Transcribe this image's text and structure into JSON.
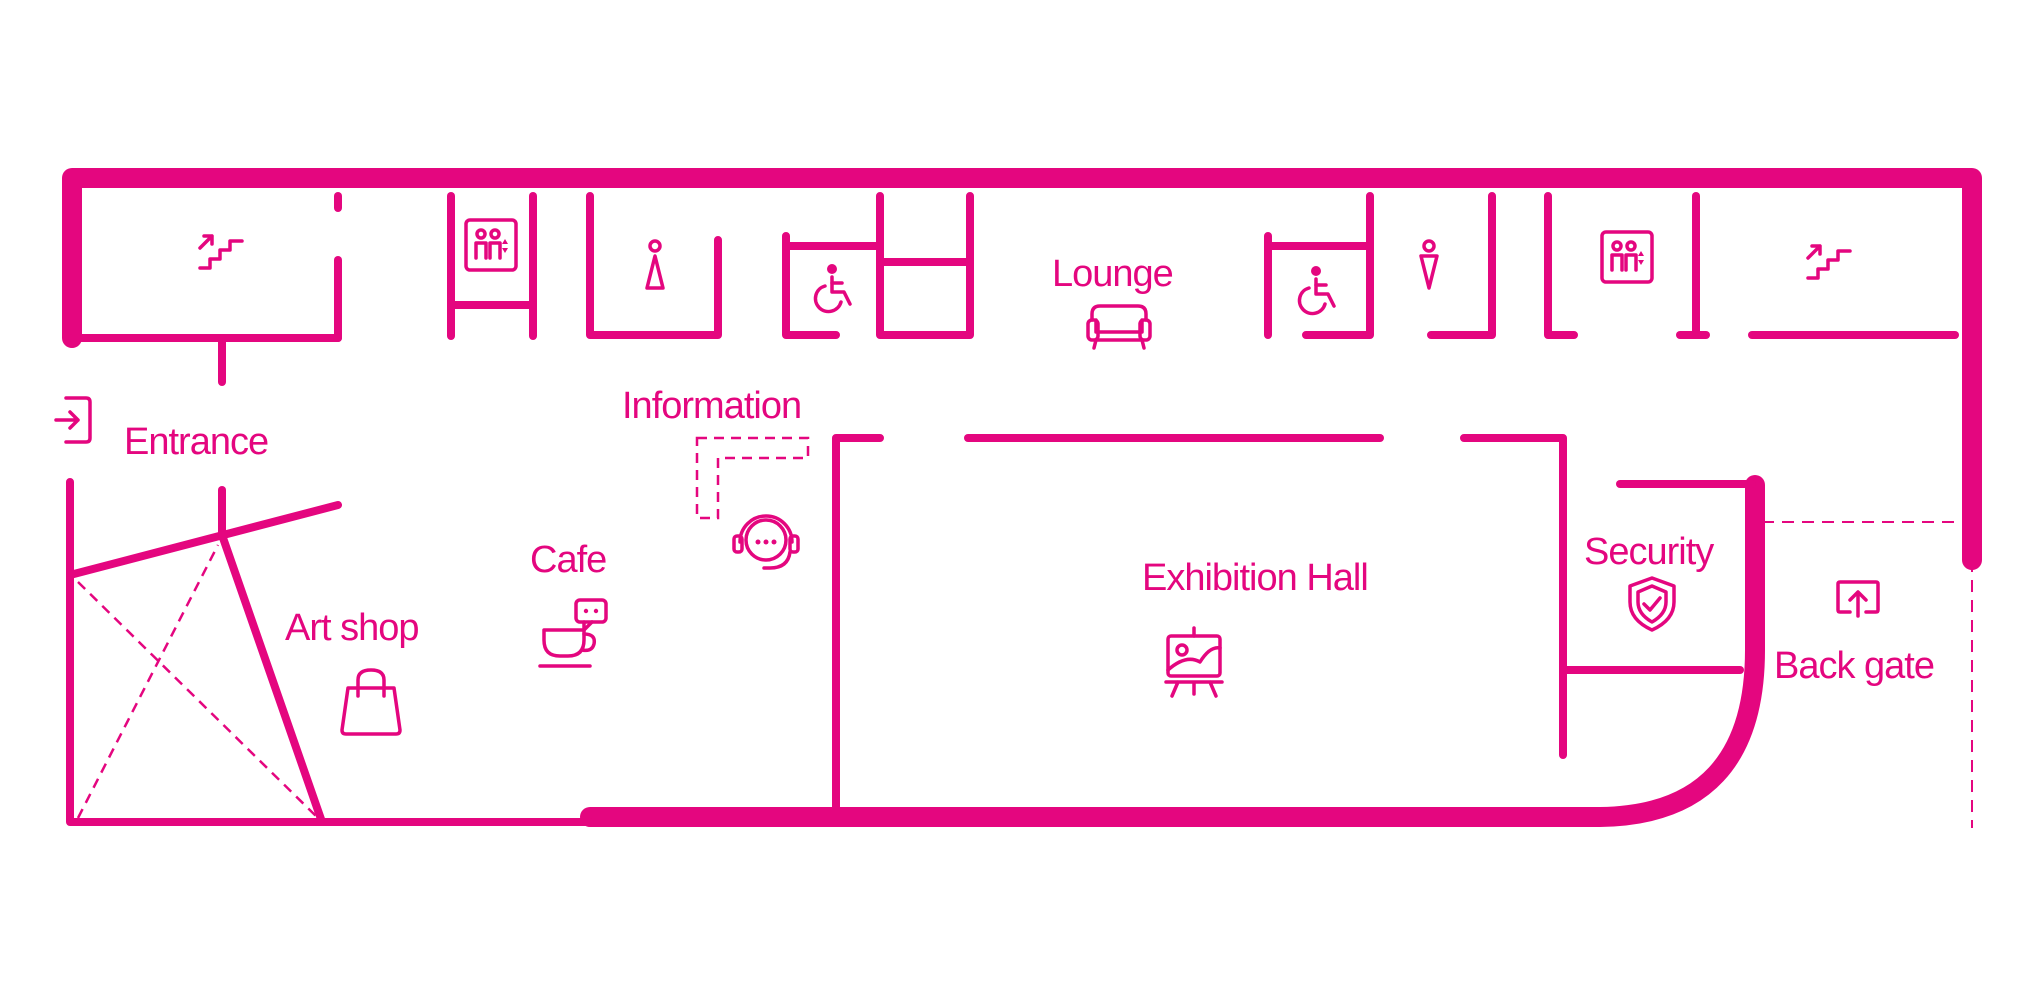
{
  "accent_color": "#e4067f",
  "labels": {
    "entrance": "Entrance",
    "information": "Information",
    "lounge": "Lounge",
    "cafe": "Cafe",
    "art_shop": "Art shop",
    "exhibition_hall": "Exhibition Hall",
    "security": "Security",
    "back_gate": "Back gate"
  },
  "icons": [
    "entrance-icon",
    "stairs-icon",
    "elevator-icon",
    "female-restroom-icon",
    "accessible-restroom-icon",
    "sofa-icon",
    "male-restroom-icon",
    "headset-support-icon",
    "coffee-cup-icon",
    "shopping-bag-icon",
    "easel-painting-icon",
    "shield-check-icon",
    "exit-arrow-icon"
  ]
}
